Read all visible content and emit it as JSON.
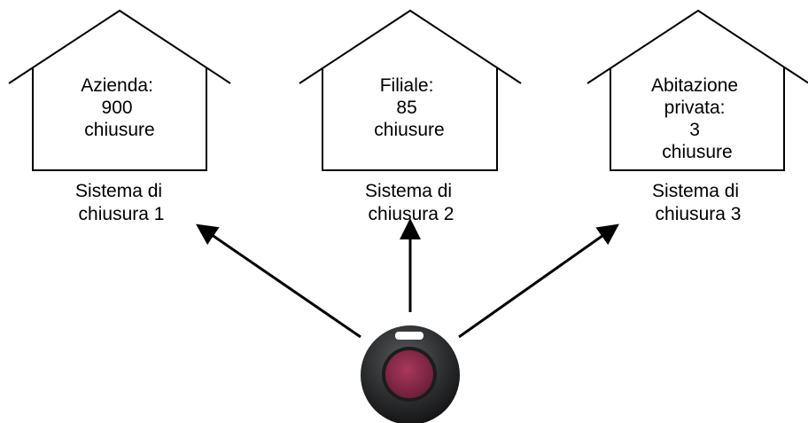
{
  "colors": {
    "line": "#000000",
    "background": "#ffffff",
    "fob_body": "#2e2f31",
    "fob_button": "#8a2a4a"
  },
  "houses": [
    {
      "lines": [
        "Azienda:",
        "900",
        "chiusure"
      ],
      "caption": [
        "Sistema di",
        "chiusura 1"
      ]
    },
    {
      "lines": [
        "Filiale:",
        "85",
        "chiusure"
      ],
      "caption": [
        "Sistema di",
        "chiusura 2"
      ]
    },
    {
      "lines": [
        "Abitazione",
        "privata:",
        "3",
        "chiusure"
      ],
      "caption": [
        "Sistema di",
        "chiusura 3"
      ]
    }
  ],
  "key_fob": {
    "icon": "key-fob-transponder-icon"
  }
}
